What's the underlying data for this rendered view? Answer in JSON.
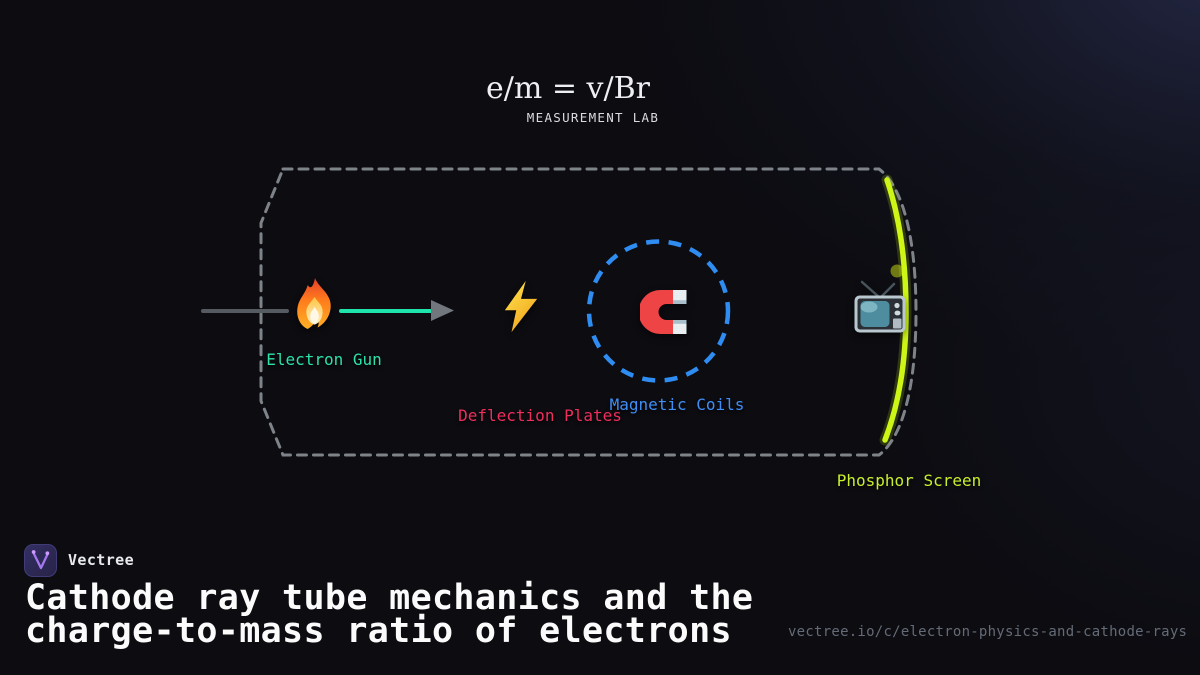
{
  "header": {
    "formula": "e/m = v/Br",
    "lab_label": "MEASUREMENT LAB"
  },
  "diagram": {
    "components": [
      {
        "id": "electron-gun",
        "label": "Electron Gun",
        "icon": "fire-icon",
        "color": "#2ce2a6"
      },
      {
        "id": "deflection-plates",
        "label": "Deflection Plates",
        "icon": "lightning-bolt-icon",
        "color": "#ee2e5b"
      },
      {
        "id": "magnetic-coils",
        "label": "Magnetic Coils",
        "icon": "magnet-icon",
        "color": "#3f8ef5"
      },
      {
        "id": "phosphor-screen",
        "label": "Phosphor Screen",
        "icon": "tv-icon",
        "color": "#c8ef2e"
      }
    ],
    "tube_outline_color": "#7e838a",
    "beam_color": "#1fe5ad",
    "coil_ring_color": "#2f8df2",
    "screen_arc_color": "#cdf516",
    "beam_spot_color": "#6f7a12"
  },
  "footer": {
    "brand": "Vectree",
    "logo_icon": "vectree-branch-icon",
    "title_line1": "Cathode ray tube mechanics and the",
    "title_line2": "charge-to-mass ratio of electrons",
    "url": "vectree.io/c/electron-physics-and-cathode-rays"
  }
}
